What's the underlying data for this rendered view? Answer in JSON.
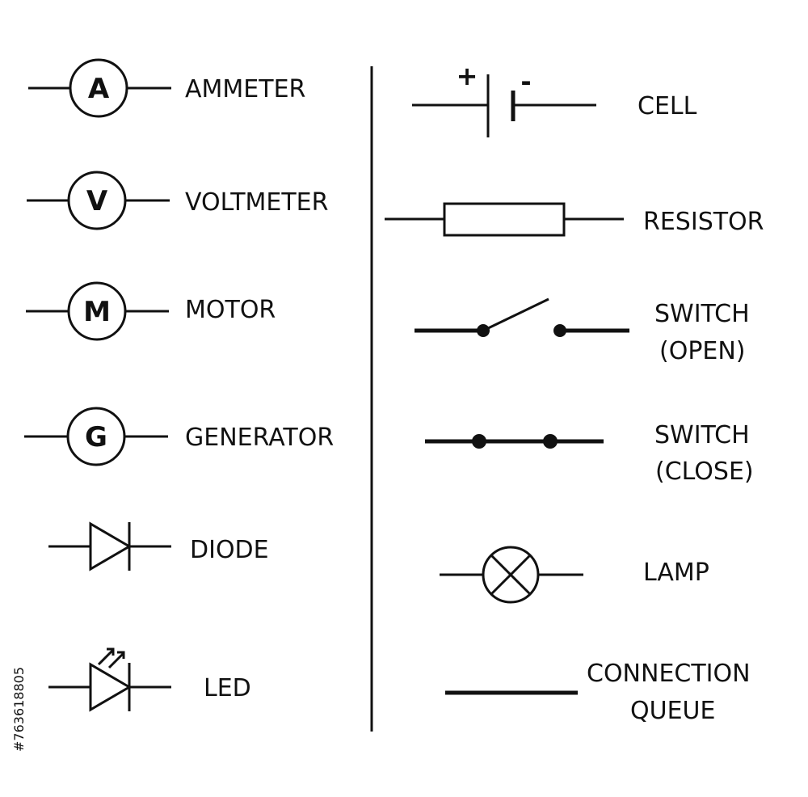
{
  "left_symbols": {
    "ammeter": {
      "letter": "A",
      "label": "AMMETER"
    },
    "voltmeter": {
      "letter": "V",
      "label": "VOLTMETER"
    },
    "motor": {
      "letter": "M",
      "label": "MOTOR"
    },
    "generator": {
      "letter": "G",
      "label": "GENERATOR"
    },
    "diode": {
      "label": "DIODE"
    },
    "led": {
      "label": "LED"
    }
  },
  "right_symbols": {
    "cell": {
      "plus": "+",
      "minus": "-",
      "label": "CELL"
    },
    "resistor": {
      "label": "RESISTOR"
    },
    "switch_open": {
      "label_line1": "SWITCH",
      "label_line2": "(OPEN)"
    },
    "switch_close": {
      "label_line1": "SWITCH",
      "label_line2": "(CLOSE)"
    },
    "lamp": {
      "label": "LAMP"
    },
    "connection": {
      "label_line1": "CONNECTION",
      "label_line2": "QUEUE"
    }
  },
  "stock_id": "#763618805",
  "colors": {
    "ink": "#111111",
    "background": "#ffffff"
  }
}
